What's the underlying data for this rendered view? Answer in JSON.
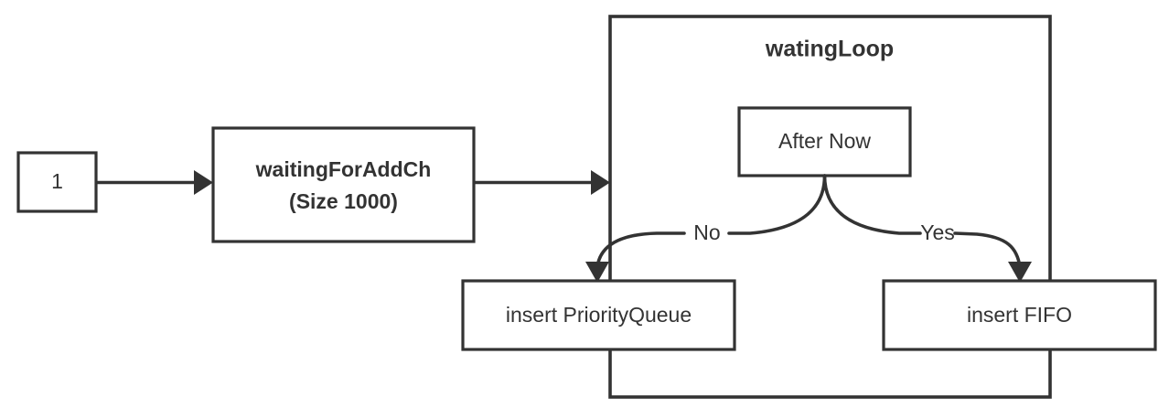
{
  "diagram": {
    "type": "flowchart",
    "background_color": "#ffffff",
    "stroke_color": "#333333",
    "text_color": "#333333",
    "nodes": [
      {
        "id": "start",
        "label": "1",
        "bold": false,
        "shape": "rect"
      },
      {
        "id": "waiting_for_add_ch",
        "label_line1": "waitingForAddCh",
        "label_line2": "(Size 1000)",
        "bold": true,
        "shape": "rect"
      },
      {
        "id": "after_now",
        "label": "After Now",
        "bold": false,
        "shape": "rect"
      },
      {
        "id": "insert_priority_queue",
        "label": "insert PriorityQueue",
        "bold": false,
        "shape": "rect"
      },
      {
        "id": "insert_fifo",
        "label": "insert FIFO",
        "bold": false,
        "shape": "rect"
      }
    ],
    "container": {
      "id": "wating_loop",
      "title": "watingLoop"
    },
    "edges": [
      {
        "id": "e1",
        "from": "start",
        "to": "waiting_for_add_ch",
        "label": ""
      },
      {
        "id": "e2",
        "from": "waiting_for_add_ch",
        "to": "wating_loop",
        "label": ""
      },
      {
        "id": "e3",
        "from": "after_now",
        "to": "insert_priority_queue",
        "label": "No"
      },
      {
        "id": "e4",
        "from": "after_now",
        "to": "insert_fifo",
        "label": "Yes"
      }
    ]
  }
}
